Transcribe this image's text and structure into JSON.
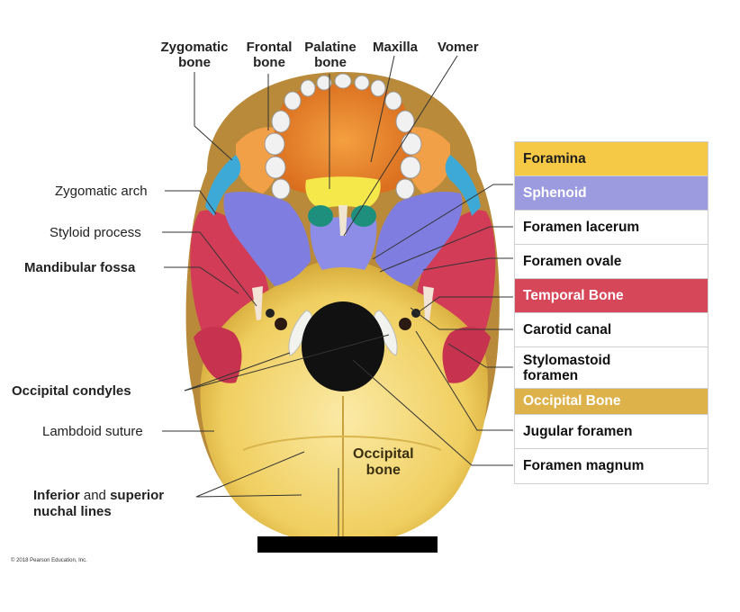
{
  "top_labels": {
    "zygomatic": [
      "Zygomatic",
      "bone"
    ],
    "frontal": [
      "Frontal",
      "bone"
    ],
    "palatine": [
      "Palatine",
      "bone"
    ],
    "maxilla": "Maxilla",
    "vomer": "Vomer"
  },
  "left_labels": {
    "zygomatic_arch": "Zygomatic arch",
    "styloid_process": "Styloid process",
    "mandibular_fossa": "Mandibular fossa",
    "occipital_condyles": "Occipital condyles",
    "lambdoid_suture": "Lambdoid suture",
    "nuchal_part1": "Inferior",
    "nuchal_part2": " and ",
    "nuchal_part3": "superior",
    "nuchal_part4": "nuchal lines"
  },
  "occipital_bone_label": [
    "Occipital",
    "bone"
  ],
  "legend": {
    "foramina": "Foramina",
    "sphenoid": "Sphenoid",
    "foramen_lacerum": "Foramen lacerum",
    "foramen_ovale": "Foramen ovale",
    "temporal_bone": "Temporal Bone",
    "carotid_canal": "Carotid canal",
    "stylomastoid_1": "Stylomastoid",
    "stylomastoid_2": "foramen",
    "occipital_bone": "Occipital Bone",
    "jugular_foramen": "Jugular foramen",
    "foramen_magnum": "Foramen magnum"
  },
  "copyright": "© 2018 Pearson Education, Inc.",
  "colors": {
    "sphenoid": "#7f7ee0",
    "temporal": "#d23c57",
    "occipital": "#f0d570",
    "frontal": "#f2a048",
    "zygomatic": "#3da9d6",
    "palatine": "#f5e84a",
    "vomer_teal": "#1e8f7c"
  }
}
